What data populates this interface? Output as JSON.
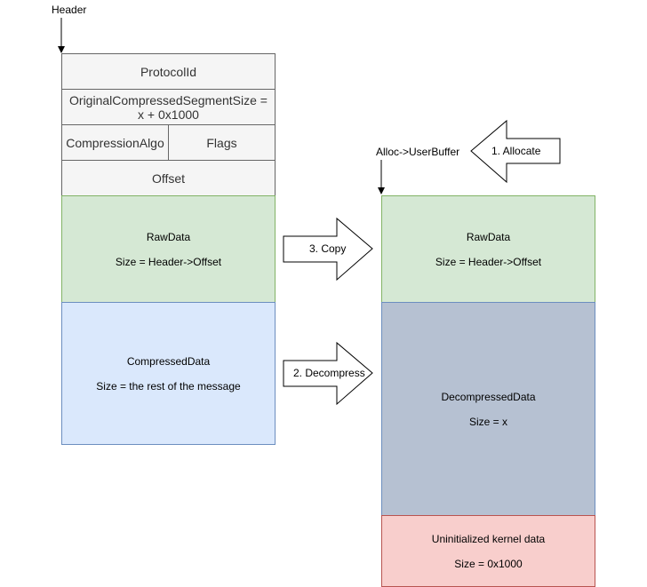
{
  "header_label": "Header",
  "userbuffer_label": "Alloc->UserBuffer",
  "left_struct": {
    "protocol_id": "ProtocolId",
    "original_size_line1": "OriginalCompressedSegmentSize =",
    "original_size_line2": "x + 0x1000",
    "compression_algo": "CompressionAlgo",
    "flags": "Flags",
    "offset": "Offset",
    "rawdata_title": "RawData",
    "rawdata_size": "Size = Header->Offset",
    "compressed_title": "CompressedData",
    "compressed_size": "Size = the rest of the message"
  },
  "right_buffer": {
    "rawdata_title": "RawData",
    "rawdata_size": "Size = Header->Offset",
    "decompressed_title": "DecompressedData",
    "decompressed_size": "Size = x",
    "uninit_title": "Uninitialized kernel data",
    "uninit_size": "Size = 0x1000"
  },
  "arrows": {
    "allocate": "1. Allocate",
    "decompress": "2. Decompress",
    "copy": "3. Copy"
  }
}
